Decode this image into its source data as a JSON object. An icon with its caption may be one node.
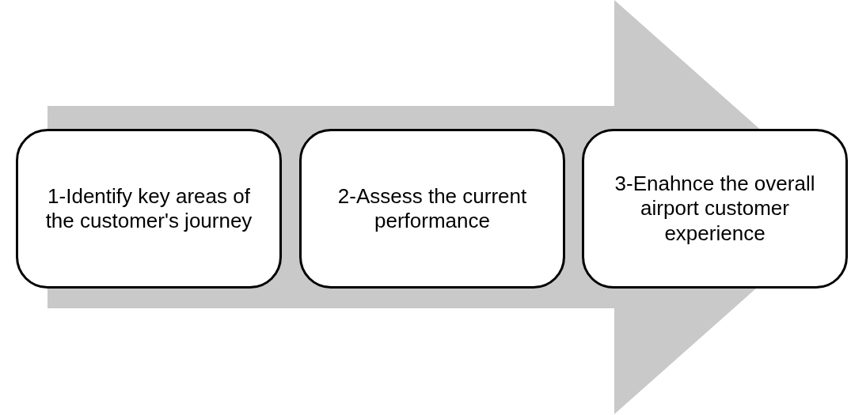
{
  "diagram": {
    "nodes": [
      {
        "text": [
          "1-Identify key areas of the customer's journey"
        ]
      },
      {
        "text": [
          "2-Assess the current performance"
        ]
      },
      {
        "text": [
          "3-Enahnce the overall airport customer experience"
        ]
      }
    ],
    "edges": [
      {
        "from": 0,
        "to": 2,
        "arrow": "to",
        "style": "thick"
      }
    ]
  }
}
